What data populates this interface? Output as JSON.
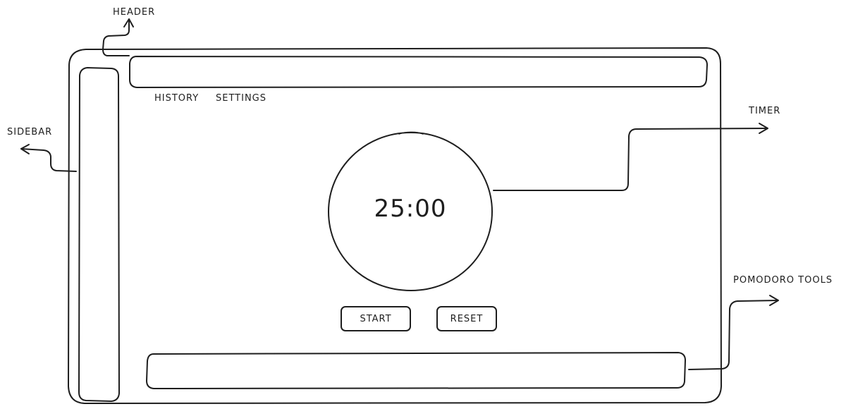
{
  "annotations": {
    "header": "HEADER",
    "sidebar": "SIDEBAR",
    "timer": "TIMER",
    "pomodoro_tools": "POMODORO TOOLS"
  },
  "nav": {
    "history": "HISTORY",
    "settings": "SETTINGS"
  },
  "timer": {
    "display": "25:00"
  },
  "controls": {
    "start_label": "START",
    "reset_label": "RESET"
  },
  "colors": {
    "stroke": "#1e1e1e",
    "background": "#ffffff"
  }
}
